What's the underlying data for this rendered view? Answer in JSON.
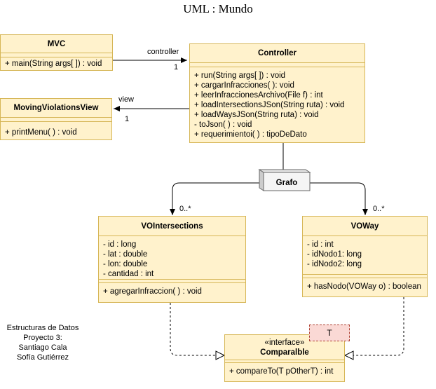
{
  "title": "UML : Mundo",
  "classes": {
    "mvc": {
      "name": "MVC",
      "methods": [
        "+ main(String args[ ]) : void"
      ]
    },
    "controller": {
      "name": "Controller",
      "methods": [
        "+ run(String args[ ]) : void",
        "+ cargarInfracciones( ): void",
        "+ leerInfraccionesArchivo(File f) : int",
        "+ loadIntersectionsJSon(String ruta) : void",
        "+ loadWaysJSon(String ruta) : void",
        "- toJson( ) : void",
        "+ requerimientoi( ) : tipoDeDato"
      ]
    },
    "view": {
      "name": "MovingViolationsView",
      "methods": [
        "+ printMenu( ) : void"
      ]
    },
    "vointersections": {
      "name": "VOIntersections",
      "attributes": [
        "- id : long",
        "- lat : double",
        "- lon: double",
        "- cantidad : int"
      ],
      "methods": [
        "+ agregarInfraccion( ) : void"
      ]
    },
    "voway": {
      "name": "VOWay",
      "attributes": [
        "- id : int",
        "- idNodo1: long",
        "- idNodo2: long"
      ],
      "methods": [
        "+ hasNodo(VOWay o) : boolean"
      ]
    },
    "comparable": {
      "stereotype": "«interface»",
      "name": "Comparalble",
      "type_param": "T",
      "methods": [
        "+ compareTo(T pOtherT) : int"
      ]
    }
  },
  "relations": {
    "controller_label": "controller",
    "controller_mult": "1",
    "view_label": "view",
    "view_mult": "1",
    "inter_mult": "0..*",
    "way_mult": "0..*",
    "grafo": "Grafo"
  },
  "credits": [
    "Estructuras de Datos",
    "Proyecto 3:",
    "Santiago Cala",
    "Sofía Gutiérrez"
  ],
  "colors": {
    "class_fill": "#fff2cc",
    "class_border": "#d6b656",
    "type_param_fill": "#fad9d5",
    "type_param_border": "#ae4132",
    "grafo_fill": "#f5f5f5"
  }
}
